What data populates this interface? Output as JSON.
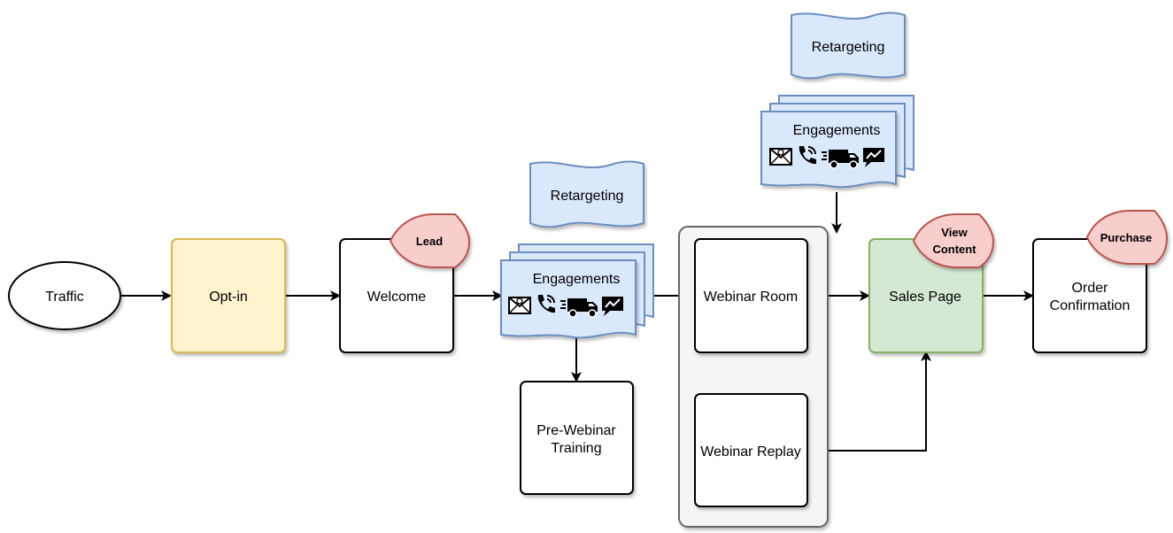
{
  "nodes": {
    "traffic": "Traffic",
    "optin": "Opt-in",
    "welcome": "Welcome",
    "webinar_room": "Webinar Room",
    "webinar_replay": "Webinar Replay",
    "sales_page": "Sales Page",
    "order_line1": "Order",
    "order_line2": "Confirmation",
    "prewebinar_line1": "Pre-Webinar",
    "prewebinar_line2": "Training"
  },
  "engagements": {
    "left": "Engagements",
    "right": "Engagements",
    "icons": [
      "email-icon",
      "phone-icon",
      "delivery-truck-icon",
      "chat-icon"
    ]
  },
  "retargeting": {
    "left": "Retargeting",
    "right": "Retargeting"
  },
  "tags": {
    "lead": "Lead",
    "view_content_line1": "View",
    "view_content_line2": "Content",
    "purchase": "Purchase"
  },
  "colors": {
    "optin_fill": "#fff2cc",
    "optin_stroke": "#d6b656",
    "sales_fill": "#d5e8d4",
    "sales_stroke": "#82b366",
    "blue_fill": "#dae8fc",
    "blue_stroke": "#6c8ebf",
    "tag_fill": "#f8cecc",
    "tag_stroke": "#b85450",
    "group_fill": "#f5f5f5",
    "group_stroke": "#666666"
  }
}
